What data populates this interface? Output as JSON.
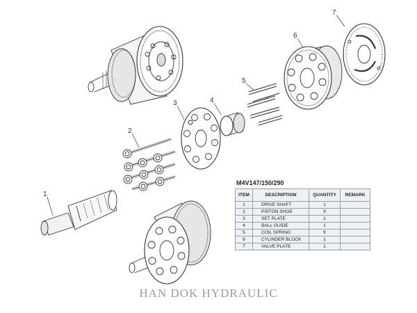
{
  "callouts": [
    "1",
    "2",
    "3",
    "4",
    "5",
    "6",
    "7"
  ],
  "table": {
    "title": "M4V147/150/290",
    "headers": [
      "ITEM",
      "DESCRIPTION",
      "QUANTITY",
      "REMARK"
    ],
    "rows": [
      {
        "item": "1",
        "description": "DRIVE SHAFT",
        "quantity": "1",
        "remark": ""
      },
      {
        "item": "2",
        "description": "PISTON SHOE",
        "quantity": "9",
        "remark": ""
      },
      {
        "item": "3",
        "description": "SET  PLATE",
        "quantity": "1",
        "remark": ""
      },
      {
        "item": "4",
        "description": "BALL GUIDE",
        "quantity": "1",
        "remark": ""
      },
      {
        "item": "5",
        "description": "COIL  SPRING",
        "quantity": "9",
        "remark": ""
      },
      {
        "item": "6",
        "description": "CYLINDER  BLOCK",
        "quantity": "1",
        "remark": ""
      },
      {
        "item": "7",
        "description": "VALVE PLATE",
        "quantity": "1",
        "remark": ""
      }
    ]
  },
  "watermark": "HAN DOK HYDRAULIC",
  "colors": {
    "line": "#333333",
    "table_fill": "#eef0f6",
    "table_border": "#9a9ca6",
    "watermark": "#9a9a9a"
  }
}
